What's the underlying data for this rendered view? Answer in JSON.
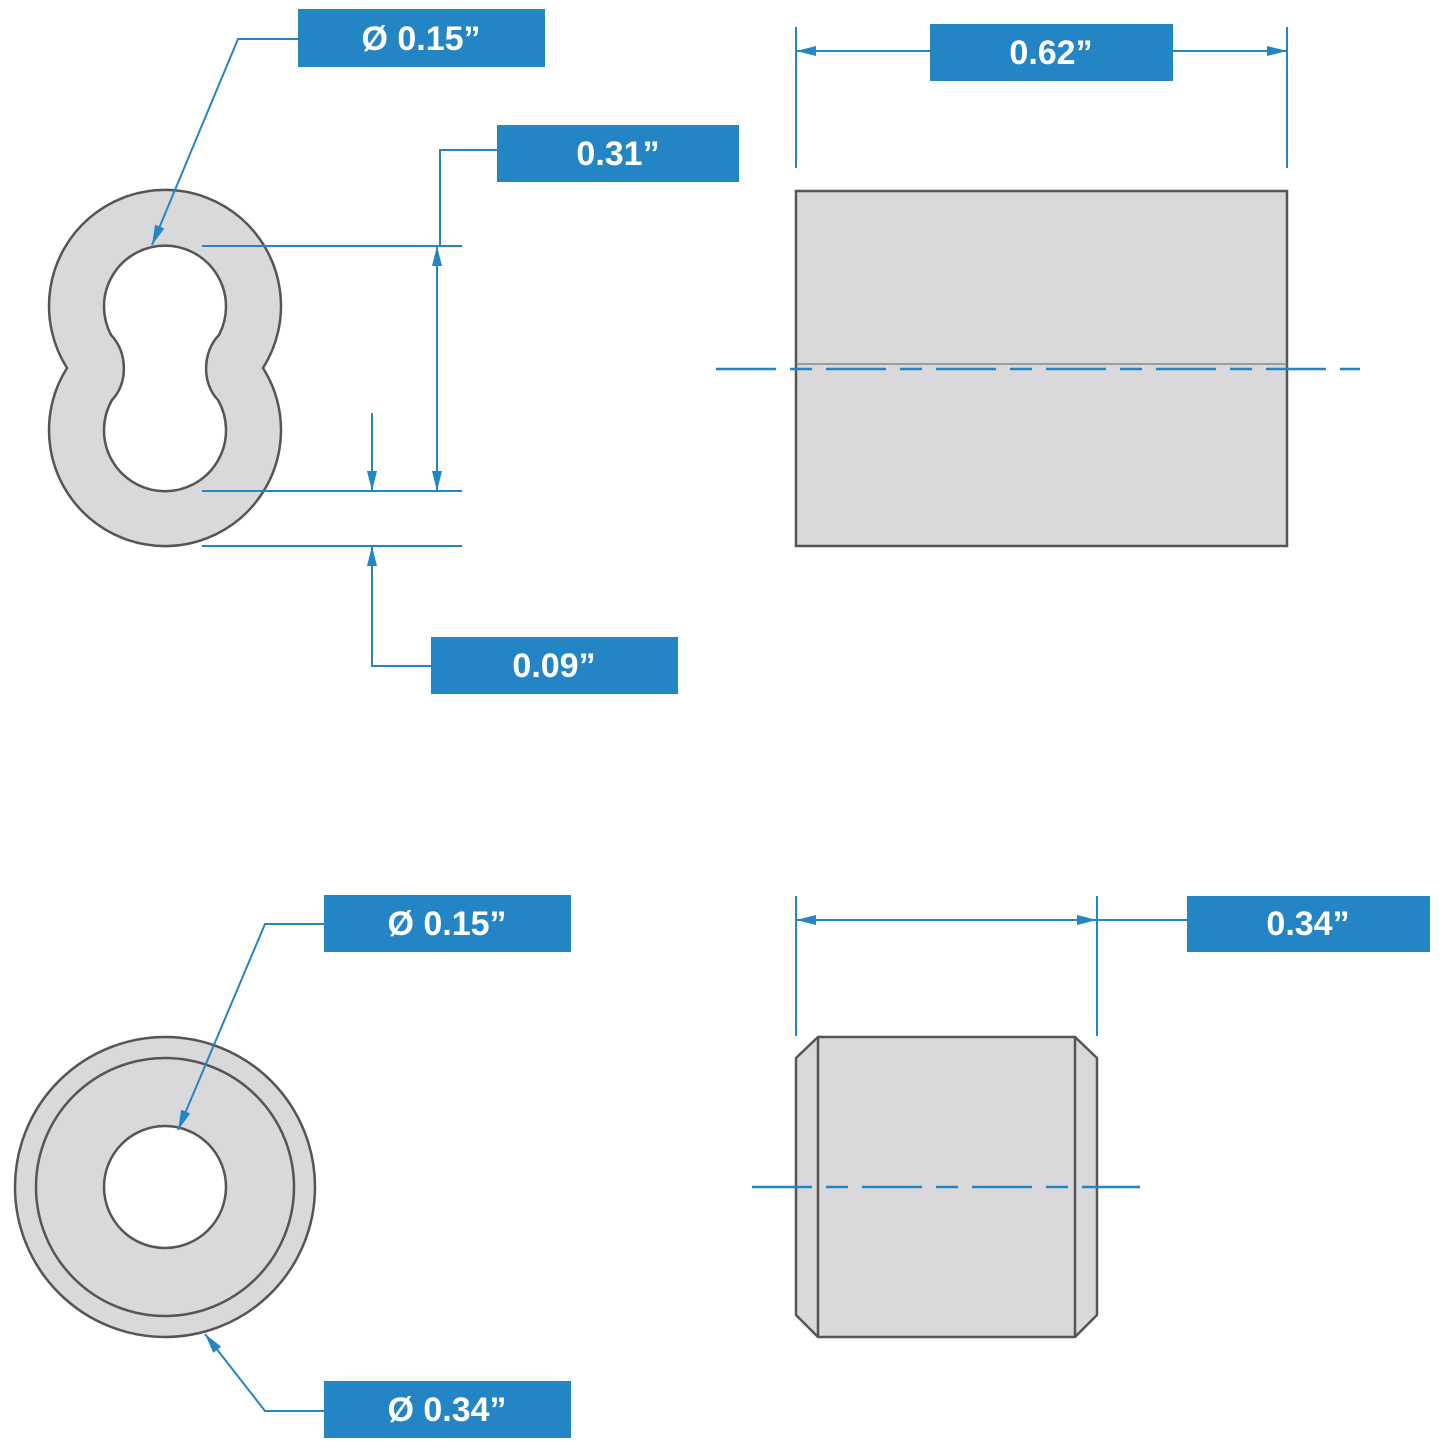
{
  "colors": {
    "accent": "#2485c5",
    "part_fill": "#d9d9db",
    "part_stroke": "#555555"
  },
  "top_left_view": {
    "inner_diameter_label": "Ø 0.15”",
    "slot_length_label": "0.31”",
    "wall_thickness_label": "0.09”"
  },
  "top_right_view": {
    "length_label": "0.62”"
  },
  "bottom_left_view": {
    "inner_diameter_label": "Ø 0.15”",
    "outer_diameter_label": "Ø 0.34”"
  },
  "bottom_right_view": {
    "length_label": "0.34”"
  }
}
